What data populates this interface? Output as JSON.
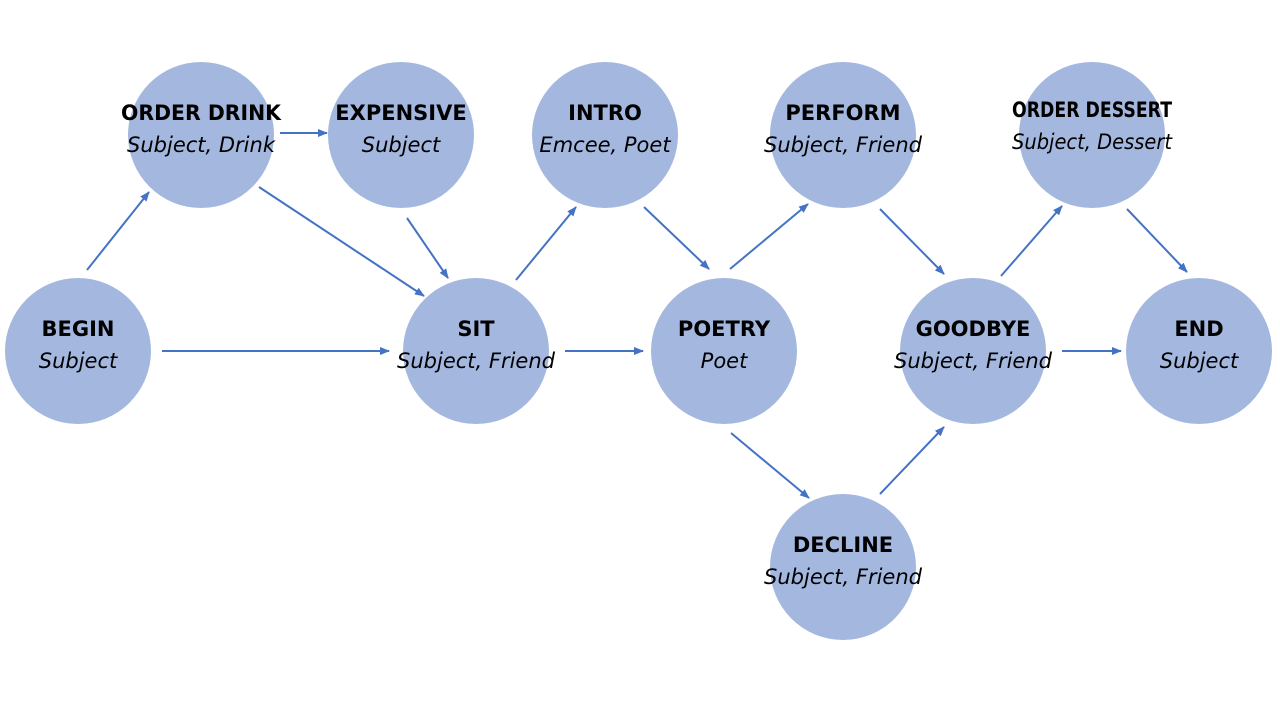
{
  "colors": {
    "node_fill": "#a4b8df",
    "edge": "#4472c4",
    "text": "#000000"
  },
  "nodes": [
    {
      "id": "begin",
      "title": "BEGIN",
      "roles": "Subject"
    },
    {
      "id": "order_drink",
      "title": "ORDER DRINK",
      "roles": "Subject, Drink"
    },
    {
      "id": "expensive",
      "title": "EXPENSIVE",
      "roles": "Subject"
    },
    {
      "id": "sit",
      "title": "SIT",
      "roles": "Subject, Friend"
    },
    {
      "id": "intro",
      "title": "INTRO",
      "roles": "Emcee, Poet"
    },
    {
      "id": "poetry",
      "title": "POETRY",
      "roles": "Poet"
    },
    {
      "id": "perform",
      "title": "PERFORM",
      "roles": "Subject, Friend"
    },
    {
      "id": "decline",
      "title": "DECLINE",
      "roles": "Subject, Friend"
    },
    {
      "id": "goodbye",
      "title": "GOODBYE",
      "roles": "Subject, Friend"
    },
    {
      "id": "order_dessert",
      "title": "ORDER DESSERT",
      "roles": "Subject, Dessert"
    },
    {
      "id": "end",
      "title": "END",
      "roles": "Subject"
    }
  ],
  "edges": [
    {
      "from": "begin",
      "to": "order_drink"
    },
    {
      "from": "begin",
      "to": "sit"
    },
    {
      "from": "order_drink",
      "to": "expensive"
    },
    {
      "from": "order_drink",
      "to": "sit"
    },
    {
      "from": "expensive",
      "to": "sit"
    },
    {
      "from": "sit",
      "to": "intro"
    },
    {
      "from": "sit",
      "to": "poetry"
    },
    {
      "from": "intro",
      "to": "poetry"
    },
    {
      "from": "poetry",
      "to": "perform"
    },
    {
      "from": "poetry",
      "to": "decline"
    },
    {
      "from": "perform",
      "to": "goodbye"
    },
    {
      "from": "decline",
      "to": "goodbye"
    },
    {
      "from": "goodbye",
      "to": "order_dessert"
    },
    {
      "from": "goodbye",
      "to": "end"
    },
    {
      "from": "order_dessert",
      "to": "end"
    }
  ]
}
